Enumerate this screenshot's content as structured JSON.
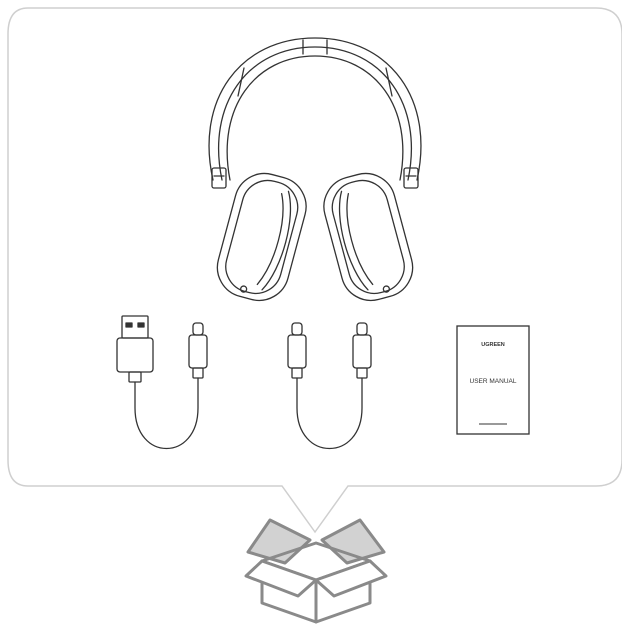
{
  "manual": {
    "brand": "UGREEN",
    "title": "USER MANUAL"
  },
  "items": [
    {
      "name": "headphones",
      "icon": "headphones-icon"
    },
    {
      "name": "usb-a-to-usb-c-cable",
      "icon": "usb-a-to-c-cable-icon"
    },
    {
      "name": "usb-c-to-usb-c-cable",
      "icon": "usb-c-to-c-cable-icon"
    },
    {
      "name": "user-manual",
      "icon": "user-manual-icon"
    }
  ],
  "box": {
    "icon": "open-box-icon"
  },
  "colors": {
    "line": "#333333",
    "panel_border": "#cfcfcf",
    "box_fill": "#d2d2d2",
    "box_line": "#8a8a8a"
  }
}
